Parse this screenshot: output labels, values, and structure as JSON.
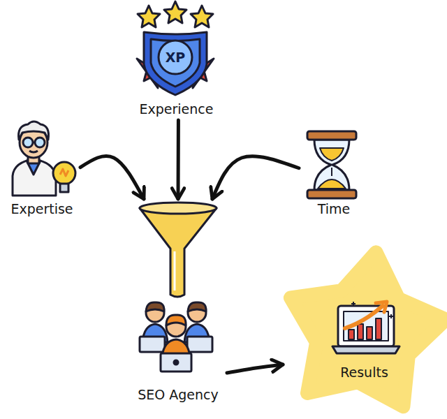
{
  "diagram": {
    "nodes": [
      {
        "text": [
          "Experience"
        ]
      },
      {
        "text": [
          "Expertise"
        ]
      },
      {
        "text": [
          "Time"
        ]
      },
      {
        "text": [
          "SEO Agency"
        ]
      },
      {
        "text": [
          "Results"
        ]
      }
    ],
    "edges": [
      {
        "from": 0,
        "to": 3,
        "arrow": "to"
      },
      {
        "from": 1,
        "to": 3,
        "arrow": "to"
      },
      {
        "from": 2,
        "to": 3,
        "arrow": "to"
      },
      {
        "from": 3,
        "to": 4,
        "arrow": "to"
      }
    ],
    "labels": [
      "XP"
    ]
  }
}
